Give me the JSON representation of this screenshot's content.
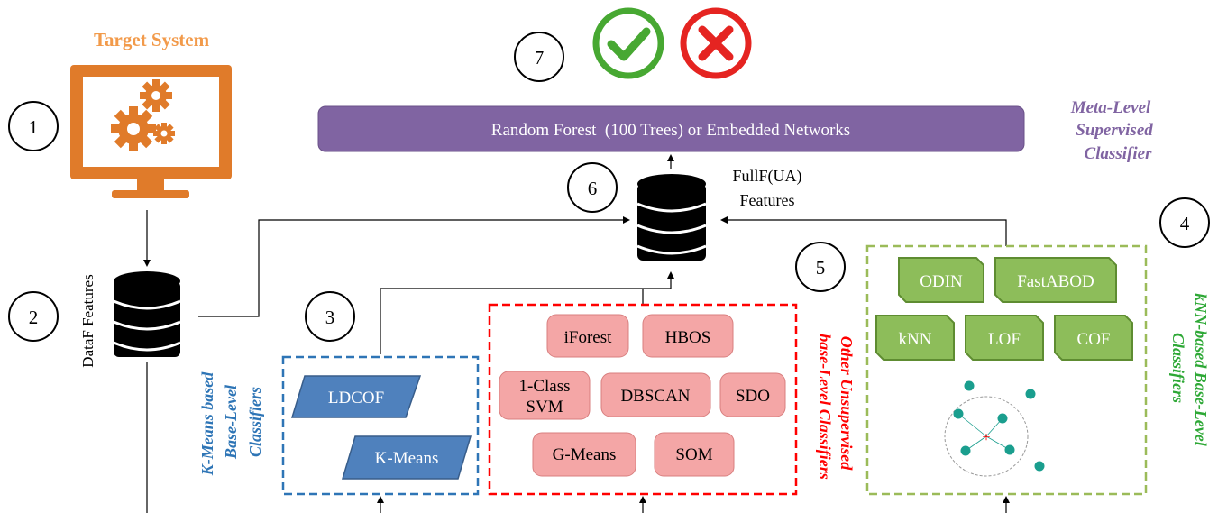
{
  "target_system": {
    "title": "Target System"
  },
  "steps": [
    "1",
    "2",
    "3",
    "4",
    "5",
    "6",
    "7"
  ],
  "meta": {
    "bar_label": "Random Forest  (100 Trees) or Embedded Networks",
    "side_label": [
      "Meta-Level",
      "Supervised",
      "Classifier"
    ]
  },
  "dataf_label": "DataF Features",
  "fullf_label": [
    "FullF(UA)",
    "Features"
  ],
  "kmeans_group": {
    "label": [
      "K-Means based",
      "Base-Level",
      "Classifiers"
    ],
    "items": [
      "LDCOF",
      "K-Means"
    ]
  },
  "other_group": {
    "label": [
      "Other Unsupervised",
      "base-Level Classifiers"
    ],
    "items": [
      "iForest",
      "HBOS",
      "1-Class",
      "SVM",
      "DBSCAN",
      "SDO",
      "G-Means",
      "SOM"
    ]
  },
  "knn_group": {
    "label": [
      "kNN-based Base-Level",
      "Classifiers"
    ],
    "items": [
      "ODIN",
      "FastABOD",
      "kNN",
      "LOF",
      "COF"
    ]
  },
  "colors": {
    "orange": "#E07B2A",
    "purple": "#8064A2",
    "blue": "#4F81BD",
    "red": "#FF0000",
    "pink": "#F4A6A6",
    "green": "#8DBD5A",
    "green_text": "#2EA836",
    "check_green": "#47A832",
    "cross_red": "#E52421",
    "teal": "#1A9E8E"
  }
}
